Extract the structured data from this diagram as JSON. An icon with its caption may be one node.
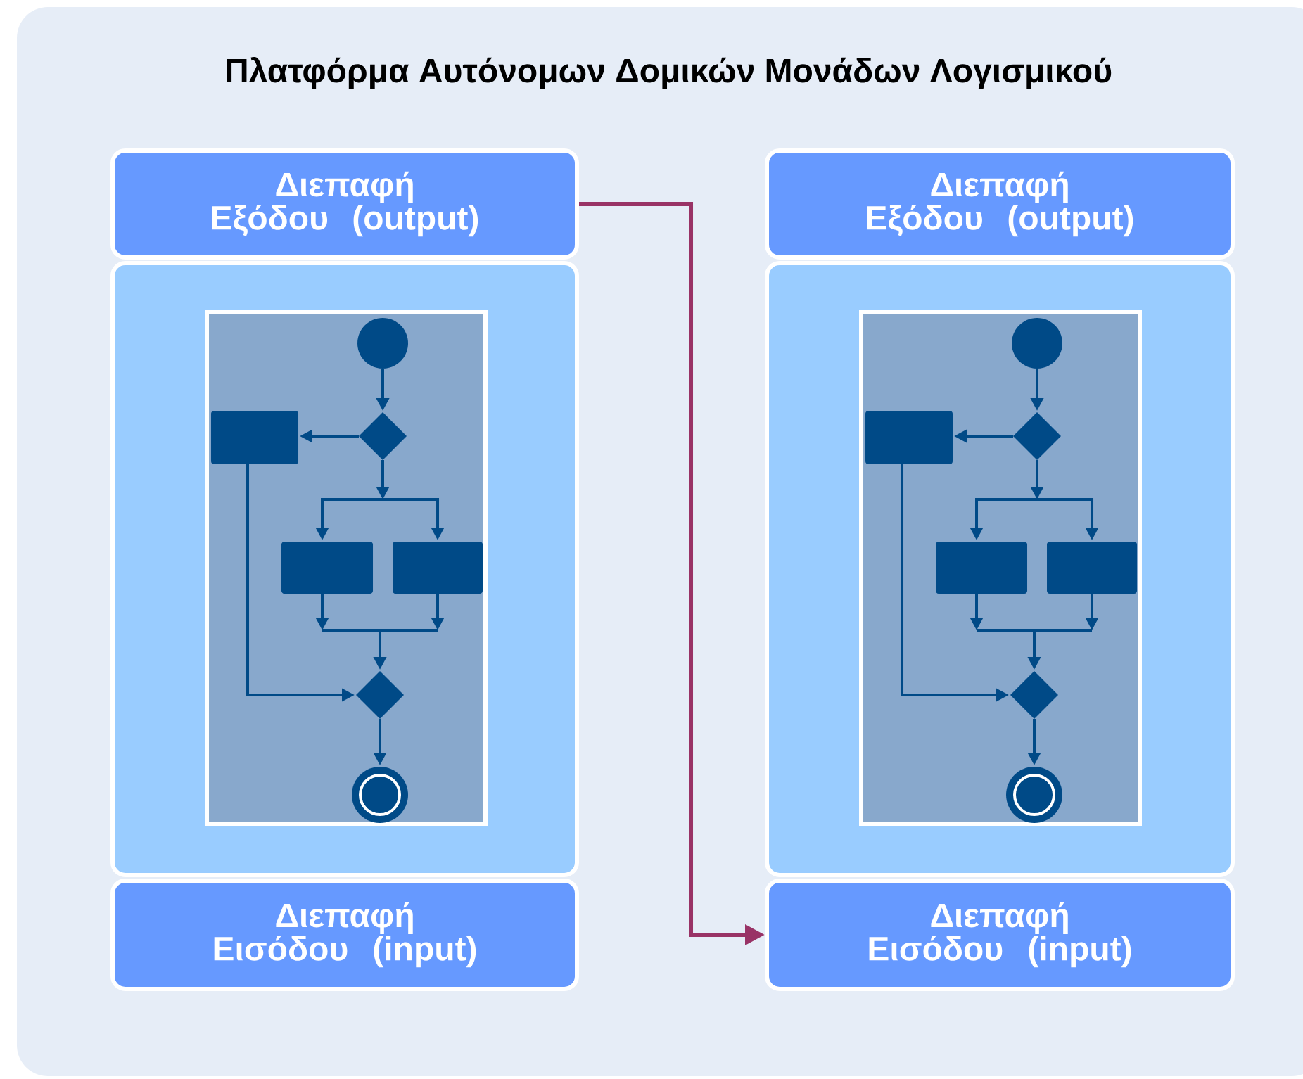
{
  "diagram": {
    "nodes": [
      {
        "text": [
          "Πλατφόρμα Αυτόνομων Δομικών Μονάδων Λογισμικού"
        ]
      },
      {
        "text": [
          "Διεπαφή Εξόδου (output)"
        ],
        "in": 0
      },
      {
        "text": [],
        "shape": "box",
        "in": 0
      },
      {
        "text": [
          "Διεπαφή Εισόδου (input)"
        ],
        "in": 0
      },
      {
        "text": [
          "Διεπαφή Εξόδου (output)"
        ],
        "in": 0
      },
      {
        "text": [],
        "shape": "box",
        "in": 0
      },
      {
        "text": [
          "Διεπαφή Εισόδου (input)"
        ],
        "in": 0
      }
    ],
    "edges": [
      {
        "from": 1,
        "to": 6,
        "arrow": "to",
        "color": "#993366"
      }
    ]
  }
}
